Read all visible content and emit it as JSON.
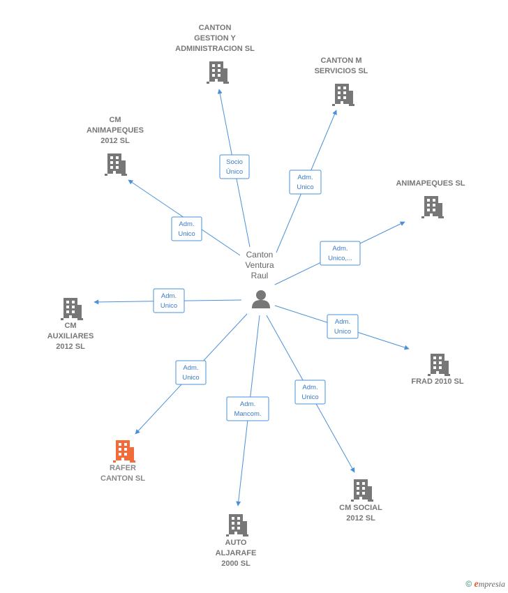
{
  "center": {
    "label_lines": [
      "Canton",
      "Ventura",
      "Raul"
    ]
  },
  "companies": [
    {
      "key": "canton-gestion",
      "lines": [
        "CANTON",
        "GESTION Y",
        "ADMINISTRACION SL"
      ],
      "color": "#777777",
      "edge": [
        "Socio",
        "Único"
      ]
    },
    {
      "key": "canton-m-servicios",
      "lines": [
        "CANTON M",
        "SERVICIOS SL"
      ],
      "color": "#777777",
      "edge": [
        "Adm.",
        "Unico"
      ]
    },
    {
      "key": "cm-animapeques-2012",
      "lines": [
        "CM",
        "ANIMAPEQUES",
        "2012 SL"
      ],
      "color": "#777777",
      "edge": [
        "Adm.",
        "Unico"
      ]
    },
    {
      "key": "animapeques",
      "lines": [
        "ANIMAPEQUES SL"
      ],
      "color": "#777777",
      "edge": [
        "Adm.",
        "Unico,..."
      ]
    },
    {
      "key": "cm-auxiliares-2012",
      "lines": [
        "CM",
        "AUXILIARES",
        "2012 SL"
      ],
      "color": "#777777",
      "edge": [
        "Adm.",
        "Unico"
      ]
    },
    {
      "key": "frad-2010",
      "lines": [
        "FRAD 2010  SL"
      ],
      "color": "#777777",
      "edge": [
        "Adm.",
        "Unico"
      ]
    },
    {
      "key": "rafer-canton",
      "lines": [
        "RAFER",
        "CANTON  SL"
      ],
      "color": "#f26b3a",
      "edge": [
        "Adm.",
        "Unico"
      ]
    },
    {
      "key": "cm-social-2012",
      "lines": [
        "CM SOCIAL",
        "2012 SL"
      ],
      "color": "#777777",
      "edge": [
        "Adm.",
        "Unico"
      ]
    },
    {
      "key": "auto-aljarafe-2000",
      "lines": [
        "AUTO",
        "ALJARAFE",
        "2000  SL"
      ],
      "color": "#777777",
      "edge": [
        "Adm.",
        "Mancom."
      ]
    }
  ],
  "colors": {
    "edge": "#4a90d9",
    "building": "#777777",
    "highlight": "#f26b3a",
    "person": "#777777"
  },
  "footer": {
    "copyright": "©",
    "brand_initial": "e",
    "brand_rest": "mpresia"
  }
}
